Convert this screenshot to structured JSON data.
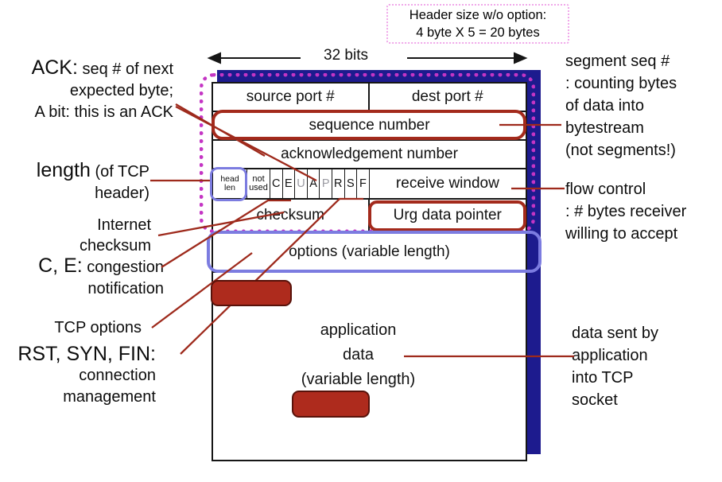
{
  "title_box": {
    "line1": "Header size w/o option:",
    "line2": "4 byte X 5 = 20 bytes"
  },
  "bits_label": "32 bits",
  "segment": {
    "source_port": "source port #",
    "dest_port": "dest port #",
    "sequence_number": "sequence number",
    "ack_number": "acknowledgement number",
    "head_len_1": "head",
    "head_len_2": "len",
    "not_used_1": "not",
    "not_used_2": "used",
    "flags": [
      "C",
      "E",
      "U",
      "A",
      "P",
      "R",
      "S",
      "F"
    ],
    "receive_window": "receive window",
    "checksum": "checksum",
    "urg_pointer": "Urg data pointer",
    "options": "options (variable length)",
    "app_data_1": "application",
    "app_data_2": "data",
    "app_data_3": "(variable length)"
  },
  "left_annotations": {
    "ack": {
      "big": "ACK:",
      "rest": " seq # of next",
      "line2": "expected byte;",
      "line3": "A bit: this is an ACK"
    },
    "length": {
      "big": "length",
      "rest": " (of TCP",
      "line2": "header)"
    },
    "inet_checksum": {
      "line1": "Internet",
      "line2": "checksum"
    },
    "congestion": {
      "big": "C, E:",
      "rest": " congestion",
      "line2": "notification"
    },
    "tcp_options": {
      "line1": "TCP options"
    },
    "connection": {
      "big": "RST, SYN, FIN:",
      "line2": "connection",
      "line3": "management"
    }
  },
  "right_annotations": {
    "seg_seq": {
      "lines": [
        "segment seq #",
        ": counting bytes",
        "of data into",
        "bytestream",
        "(not segments!)"
      ]
    },
    "flow": {
      "lines": [
        "flow control",
        ": # bytes receiver",
        "willing to accept"
      ]
    },
    "data_sent": {
      "lines": [
        "data sent by",
        "application",
        "into TCP",
        "socket"
      ]
    }
  },
  "colors": {
    "navy_shadow": "#1d1b8e",
    "magenta_dotted": "#c435c4",
    "pink_box_border": "#f0a8ea",
    "dark_red_line": "#9e2a1c",
    "brick_red_fill": "#ae2b1d",
    "blue_outline": "#7c7ce0"
  }
}
